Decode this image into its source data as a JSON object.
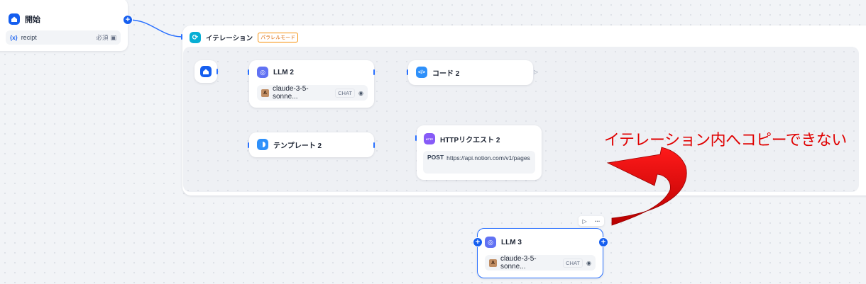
{
  "start": {
    "title": "開始",
    "var_prefix": "{x}",
    "var_name": "recipt",
    "required": "必須",
    "copy_icon": "copy-icon"
  },
  "iteration": {
    "title": "イテレーション",
    "badge": "パラレルモード"
  },
  "llm2": {
    "title": "LLM 2",
    "model": "claude-3-5-sonne...",
    "mode": "CHAT"
  },
  "code2": {
    "title": "コード 2"
  },
  "template2": {
    "title": "テンプレート 2"
  },
  "http2": {
    "title": "HTTPリクエスト 2",
    "icon_text": "HTTP",
    "method": "POST",
    "url": "https://api.notion.com/v1/pages"
  },
  "llm3": {
    "title": "LLM 3",
    "model": "claude-3-5-sonne...",
    "mode": "CHAT",
    "toolbar": {
      "run": "▷",
      "more": "···"
    }
  },
  "annotation": {
    "text": "イテレーション内へコピーできない",
    "color": "#e00000"
  },
  "colors": {
    "accent": "#2970ff",
    "start_icon": "#155eef",
    "iteration_icon": "#06aed4",
    "llm_icon": "#6172f3",
    "code_icon": "#2e90fa",
    "http_icon": "#875bf7",
    "badge": "#f79009"
  }
}
